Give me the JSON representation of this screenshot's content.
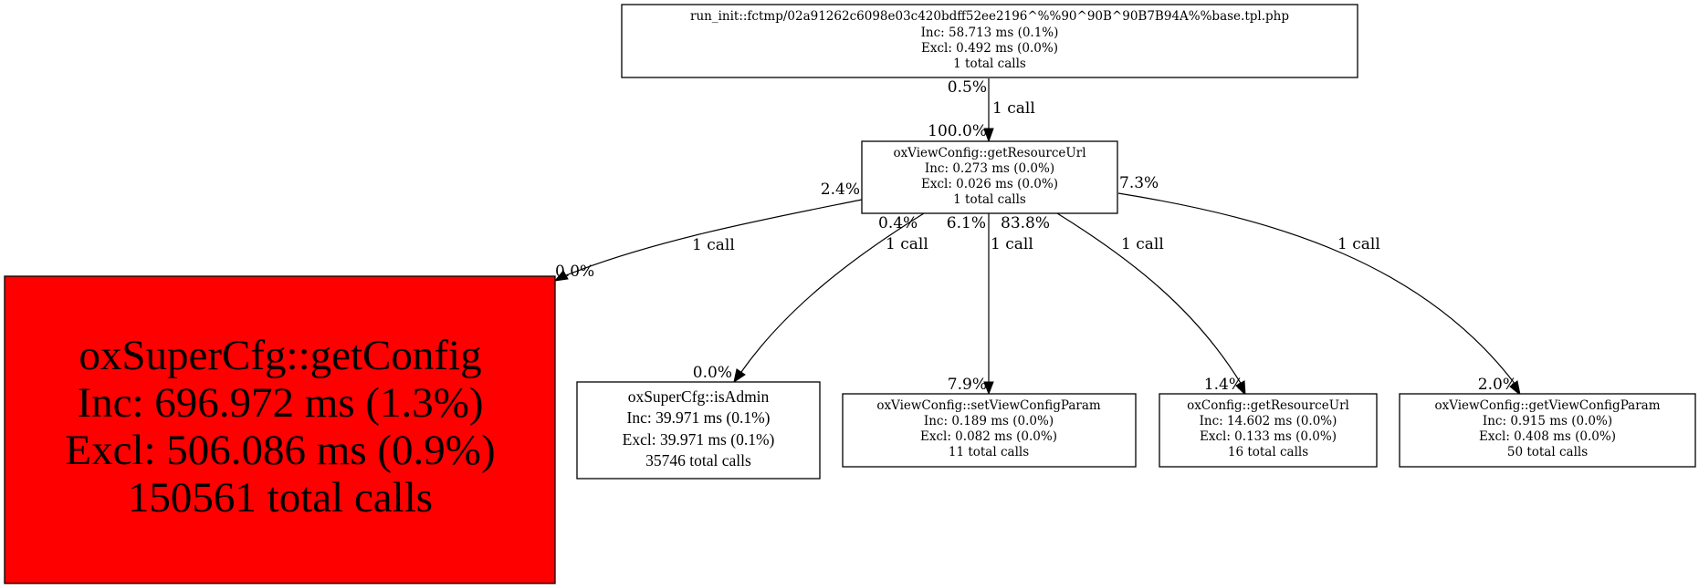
{
  "graph": {
    "title": "Call graph",
    "nodes": [
      {
        "id": "run_init",
        "lines": [
          "run_init::fctmp/02a91262c6098e03c420bdff52ee2196^%%90^90B^90B7B94A%%base.tpl.php",
          "Inc: 58.713 ms (0.1%)",
          "Excl: 0.492 ms (0.0%)",
          "1 total calls"
        ],
        "inc_ms": 58.713,
        "inc_pct": 0.1,
        "excl_ms": 0.492,
        "excl_pct": 0.0,
        "calls": 1,
        "highlight": false
      },
      {
        "id": "oxViewConfig_getResourceUrl",
        "lines": [
          "oxViewConfig::getResourceUrl",
          "Inc: 0.273 ms (0.0%)",
          "Excl: 0.026 ms (0.0%)",
          "1 total calls"
        ],
        "inc_ms": 0.273,
        "inc_pct": 0.0,
        "excl_ms": 0.026,
        "excl_pct": 0.0,
        "calls": 1,
        "highlight": false
      },
      {
        "id": "oxSuperCfg_getConfig",
        "lines": [
          "oxSuperCfg::getConfig",
          "Inc: 696.972 ms (1.3%)",
          "Excl: 506.086 ms (0.9%)",
          "150561 total calls"
        ],
        "inc_ms": 696.972,
        "inc_pct": 1.3,
        "excl_ms": 506.086,
        "excl_pct": 0.9,
        "calls": 150561,
        "highlight": true
      },
      {
        "id": "oxSuperCfg_isAdmin",
        "lines": [
          "oxSuperCfg::isAdmin",
          "Inc: 39.971 ms (0.1%)",
          "Excl: 39.971 ms (0.1%)",
          "35746 total calls"
        ],
        "inc_ms": 39.971,
        "inc_pct": 0.1,
        "excl_ms": 39.971,
        "excl_pct": 0.1,
        "calls": 35746,
        "highlight": false
      },
      {
        "id": "oxViewConfig_setViewConfigParam",
        "lines": [
          "oxViewConfig::setViewConfigParam",
          "Inc: 0.189 ms (0.0%)",
          "Excl: 0.082 ms (0.0%)",
          "11 total calls"
        ],
        "inc_ms": 0.189,
        "inc_pct": 0.0,
        "excl_ms": 0.082,
        "excl_pct": 0.0,
        "calls": 11,
        "highlight": false
      },
      {
        "id": "oxConfig_getResourceUrl",
        "lines": [
          "oxConfig::getResourceUrl",
          "Inc: 14.602 ms (0.0%)",
          "Excl: 0.133 ms (0.0%)",
          "16 total calls"
        ],
        "inc_ms": 14.602,
        "inc_pct": 0.0,
        "excl_ms": 0.133,
        "excl_pct": 0.0,
        "calls": 16,
        "highlight": false
      },
      {
        "id": "oxViewConfig_getViewConfigParam",
        "lines": [
          "oxViewConfig::getViewConfigParam",
          "Inc: 0.915 ms (0.0%)",
          "Excl: 0.408 ms (0.0%)",
          "50 total calls"
        ],
        "inc_ms": 0.915,
        "inc_pct": 0.0,
        "excl_ms": 0.408,
        "excl_pct": 0.0,
        "calls": 50,
        "highlight": false
      }
    ],
    "edges": [
      {
        "from": "run_init",
        "to": "oxViewConfig_getResourceUrl",
        "label": "1 call",
        "tail_pct": "0.5%",
        "head_pct": "100.0%"
      },
      {
        "from": "oxViewConfig_getResourceUrl",
        "to": "oxSuperCfg_getConfig",
        "label": "1 call",
        "tail_pct": "2.4%",
        "head_pct": "0.0%"
      },
      {
        "from": "oxViewConfig_getResourceUrl",
        "to": "oxSuperCfg_isAdmin",
        "label": "1 call",
        "tail_pct": "0.4%",
        "head_pct": "0.0%"
      },
      {
        "from": "oxViewConfig_getResourceUrl",
        "to": "oxViewConfig_setViewConfigParam",
        "label": "1 call",
        "tail_pct": "6.1%",
        "head_pct": "7.9%"
      },
      {
        "from": "oxViewConfig_getResourceUrl",
        "to": "oxConfig_getResourceUrl",
        "label": "1 call",
        "tail_pct": "83.8%",
        "head_pct": "1.4%"
      },
      {
        "from": "oxViewConfig_getResourceUrl",
        "to": "oxViewConfig_getViewConfigParam",
        "label": "1 call",
        "tail_pct": "7.3%",
        "head_pct": "2.0%"
      }
    ],
    "colors": {
      "hot_fill": "#ff0000",
      "default_fill": "#ffffff",
      "stroke": "#000000"
    }
  }
}
